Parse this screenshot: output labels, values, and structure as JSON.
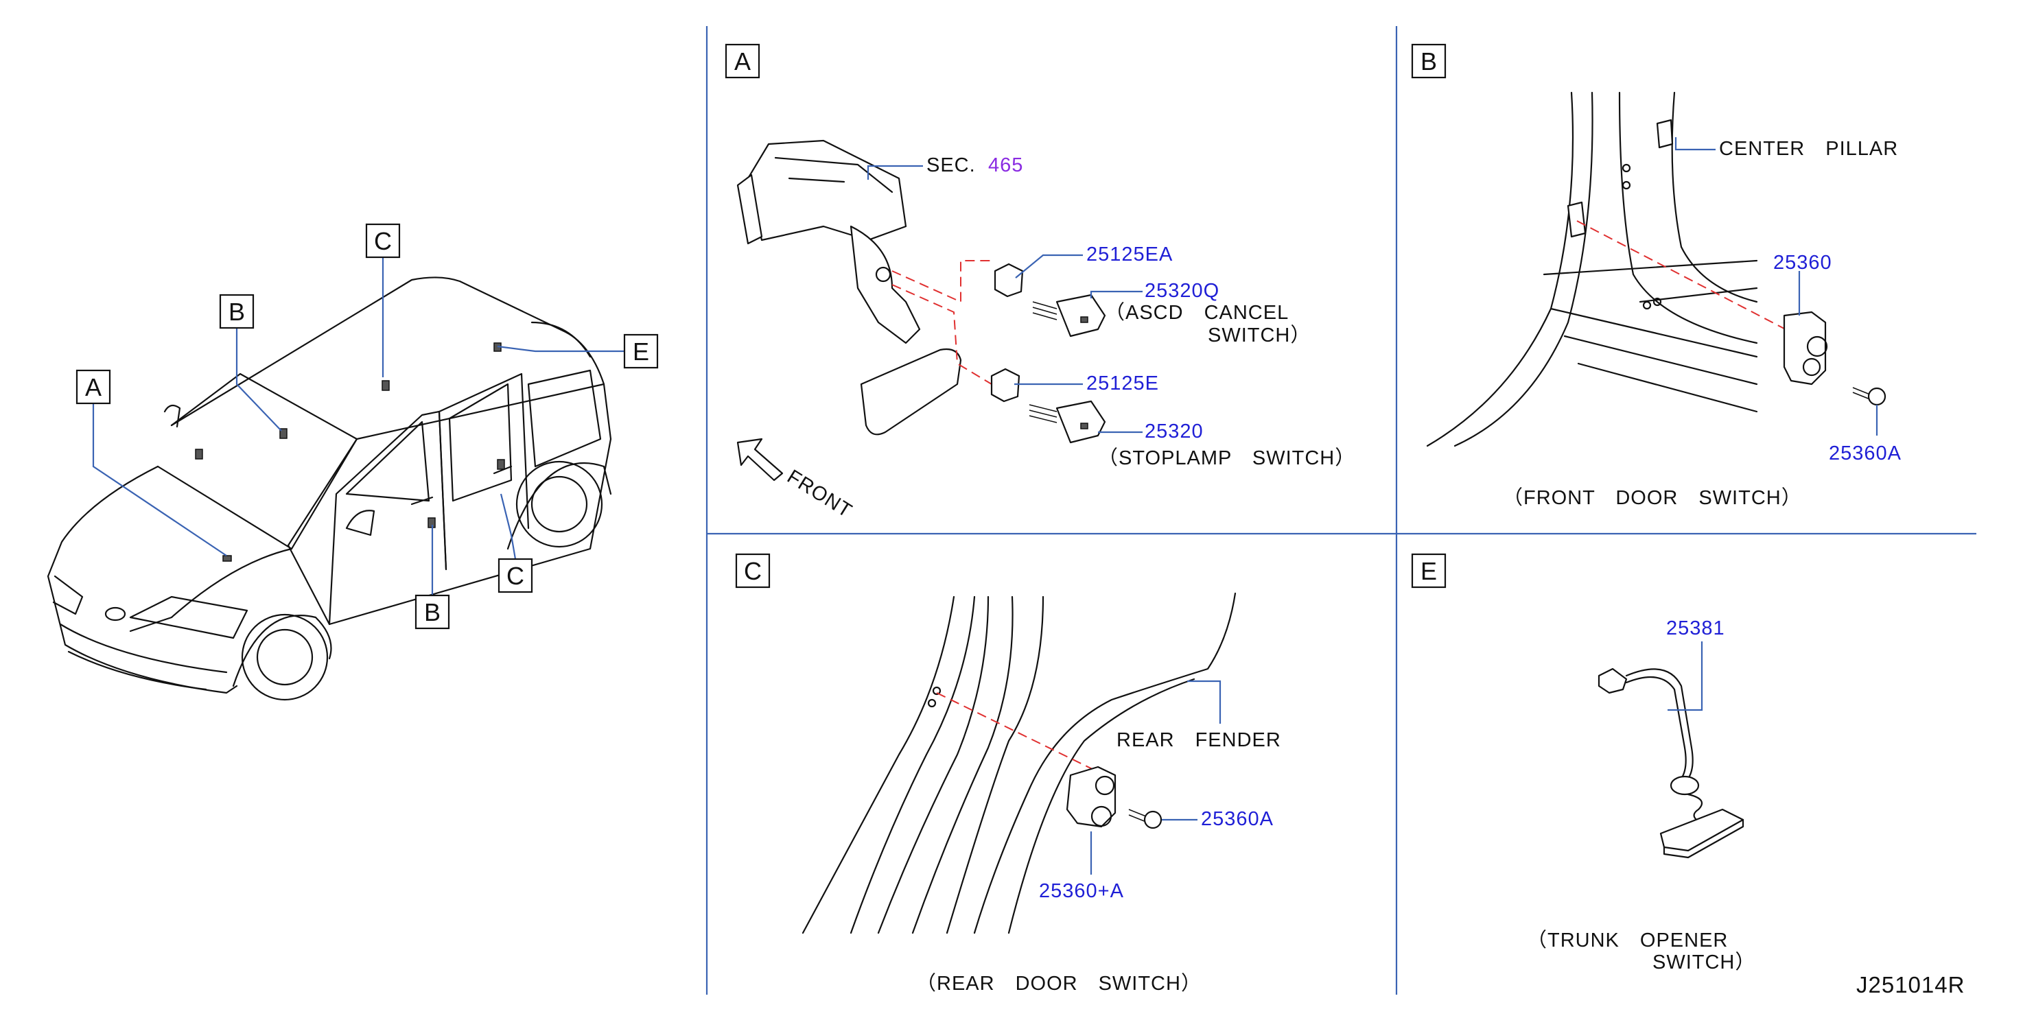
{
  "diagram_id": "J251014R",
  "overview_callouts": [
    "A",
    "B",
    "C",
    "E",
    "B",
    "C"
  ],
  "panels": {
    "A": {
      "letter": "A",
      "parts": [
        {
          "number": "SEC.",
          "extra": "465"
        },
        {
          "number": "25125EA"
        },
        {
          "number": "25320Q",
          "desc_line1": "（ASCD　CANCEL",
          "desc_line2": "SWITCH）"
        },
        {
          "number": "25125E"
        },
        {
          "number": "25320",
          "desc_line1": "（STOPLAMP　SWITCH）"
        }
      ],
      "direction": "FRONT"
    },
    "B": {
      "letter": "B",
      "labels": [
        "CENTER　PILLAR",
        "25360",
        "25360A"
      ],
      "caption": "（FRONT　DOOR　SWITCH）"
    },
    "C": {
      "letter": "C",
      "labels": [
        "REAR　FENDER",
        "25360A",
        "25360+A"
      ],
      "caption": "（REAR　DOOR　SWITCH）"
    },
    "E": {
      "letter": "E",
      "labels": [
        "25381"
      ],
      "caption_line1": "（TRUNK　OPENER",
      "caption_line2": "SWITCH）"
    }
  },
  "colors": {
    "part_number": "#1f1fd6",
    "section_ref": "#8a2be2",
    "leader": "#3a63b3",
    "alignment_dash": "#e03030"
  }
}
